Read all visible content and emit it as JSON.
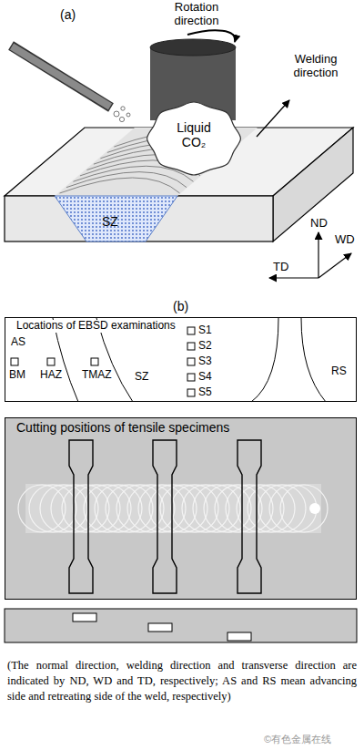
{
  "diagram": {
    "caption": "(The normal direction, welding direction and transverse direction are indicated by ND, WD and TD, respectively; AS and RS mean advancing side and retreating side of the weld, respectively)",
    "nodes": [
      {
        "text": [
          "Liquid CO₂"
        ]
      },
      {
        "text": [
          "SZ"
        ]
      },
      {
        "text": [
          "Locations of EBSD examinations",
          "AS",
          "RS",
          "BM",
          "HAZ",
          "TMAZ",
          "SZ",
          "S1",
          "S2",
          "S3",
          "S4",
          "S5"
        ]
      },
      {
        "text": [
          "Cutting positions of tensile specimens"
        ]
      }
    ],
    "labels": [
      "(a)",
      "Rotation direction",
      "Welding direction",
      "ND",
      "WD",
      "TD",
      "(b)",
      "©有色金属在线"
    ]
  }
}
